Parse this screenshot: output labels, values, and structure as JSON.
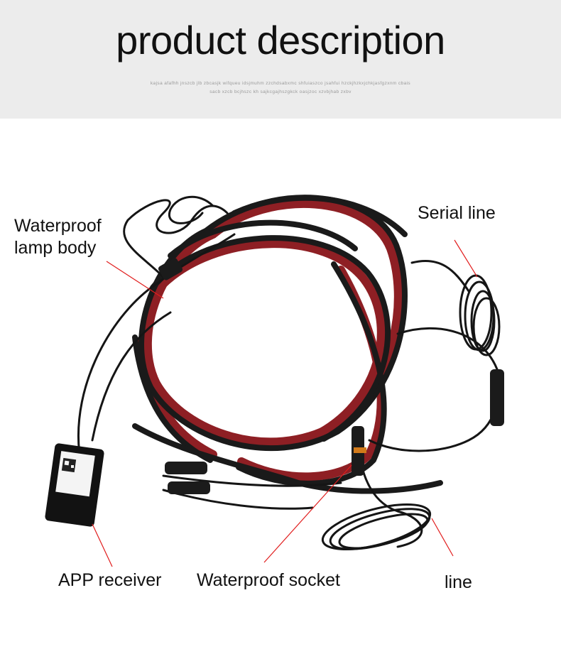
{
  "header": {
    "title": "product description",
    "subtitle_line1": "kajsa afafhh jnszcb jlb zbcasjk wifqueu idsjmuhm zzchdsabxmc shfuiaszco jsahfui hzckjhzkxjchkjasfgzxnm cbais",
    "subtitle_line2": "sacb xzcb bcjhszc kh sajkcgajhszgkck oasjzoc xzvbjhab zxbv"
  },
  "labels": {
    "waterproof_lamp_body_l1": "Waterproof",
    "waterproof_lamp_body_l2": "lamp body",
    "serial_line": "Serial line",
    "app_receiver": "APP receiver",
    "waterproof_socket": "Waterproof socket",
    "line": "line"
  },
  "colors": {
    "header_bg": "#ececec",
    "cable": "#151515",
    "tape": "#8e1f24",
    "leader": "#e11d1d"
  }
}
